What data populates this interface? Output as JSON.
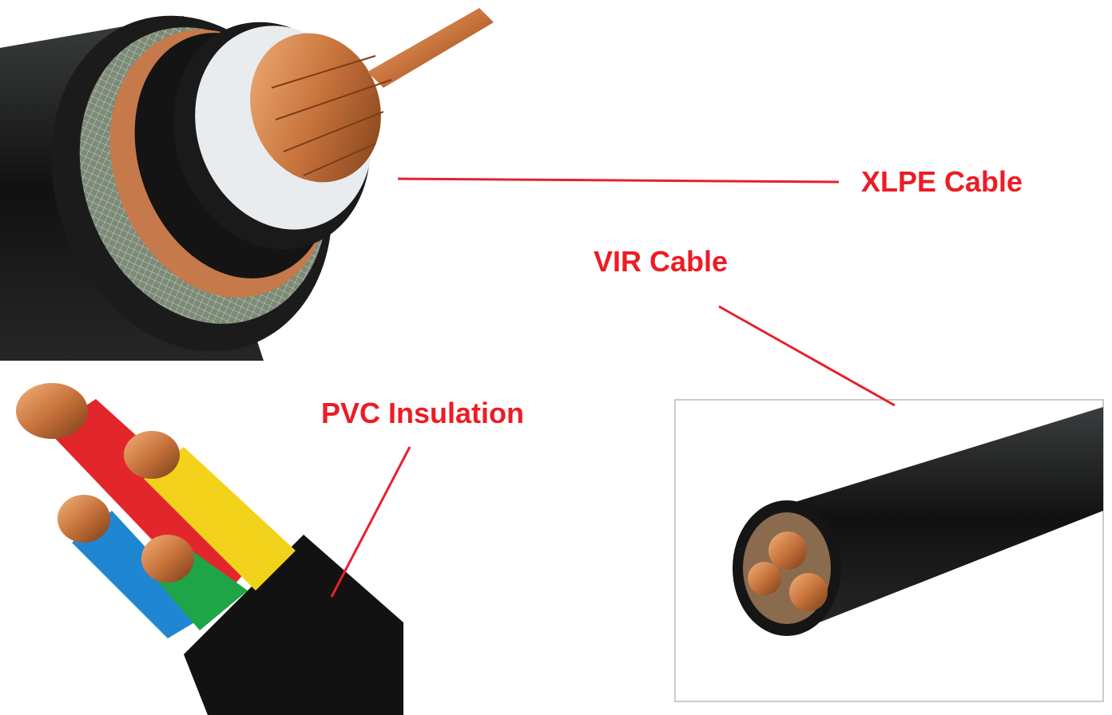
{
  "labels": {
    "xlpe": "XLPE Cable",
    "vir": "VIR Cable",
    "pvc": "PVC Insulation"
  },
  "colors": {
    "label": "#ed1c24",
    "leader_line": "#e8202a",
    "copper": "#c8773f",
    "sheath": "#151515"
  },
  "images": [
    "xlpe-cable-photo",
    "pvc-insulated-cable-photo",
    "vir-cable-photo"
  ]
}
